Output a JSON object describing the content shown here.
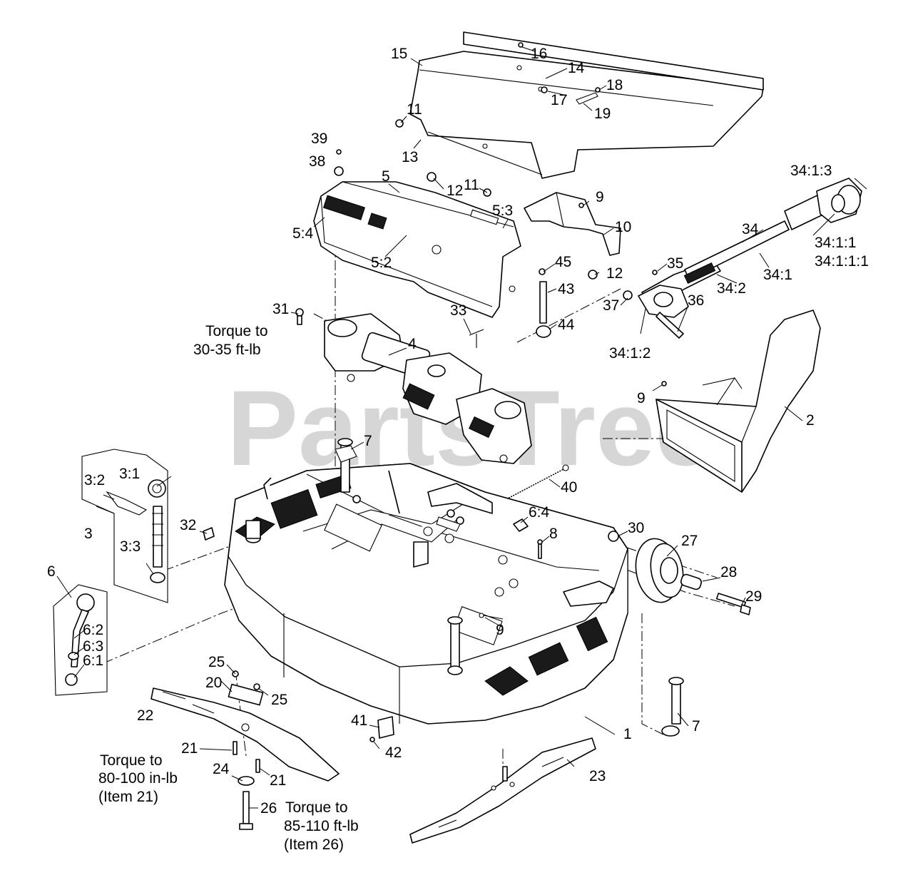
{
  "watermark": "PartsTree",
  "callouts": [
    {
      "id": "c1",
      "text": "1"
    },
    {
      "id": "c2",
      "text": "2"
    },
    {
      "id": "c3",
      "text": "3"
    },
    {
      "id": "c3_1",
      "text": "3:1"
    },
    {
      "id": "c3_2",
      "text": "3:2"
    },
    {
      "id": "c3_3",
      "text": "3:3"
    },
    {
      "id": "c4",
      "text": "4"
    },
    {
      "id": "c5",
      "text": "5"
    },
    {
      "id": "c5_2",
      "text": "5:2"
    },
    {
      "id": "c5_3",
      "text": "5:3"
    },
    {
      "id": "c5_4",
      "text": "5:4"
    },
    {
      "id": "c6",
      "text": "6"
    },
    {
      "id": "c6_1",
      "text": "6:1"
    },
    {
      "id": "c6_2",
      "text": "6:2"
    },
    {
      "id": "c6_3",
      "text": "6:3"
    },
    {
      "id": "c6_4",
      "text": "6:4"
    },
    {
      "id": "c7a",
      "text": "7"
    },
    {
      "id": "c7b",
      "text": "7"
    },
    {
      "id": "c8",
      "text": "8"
    },
    {
      "id": "c9a",
      "text": "9"
    },
    {
      "id": "c9b",
      "text": "9"
    },
    {
      "id": "c9c",
      "text": "9"
    },
    {
      "id": "c10",
      "text": "10"
    },
    {
      "id": "c11a",
      "text": "11"
    },
    {
      "id": "c11b",
      "text": "11"
    },
    {
      "id": "c12a",
      "text": "12"
    },
    {
      "id": "c12b",
      "text": "12"
    },
    {
      "id": "c13",
      "text": "13"
    },
    {
      "id": "c14",
      "text": "14"
    },
    {
      "id": "c15",
      "text": "15"
    },
    {
      "id": "c16",
      "text": "16"
    },
    {
      "id": "c17",
      "text": "17"
    },
    {
      "id": "c18",
      "text": "18"
    },
    {
      "id": "c19",
      "text": "19"
    },
    {
      "id": "c20",
      "text": "20"
    },
    {
      "id": "c21a",
      "text": "21"
    },
    {
      "id": "c21b",
      "text": "21"
    },
    {
      "id": "c22",
      "text": "22"
    },
    {
      "id": "c23",
      "text": "23"
    },
    {
      "id": "c24",
      "text": "24"
    },
    {
      "id": "c25a",
      "text": "25"
    },
    {
      "id": "c25b",
      "text": "25"
    },
    {
      "id": "c26",
      "text": "26"
    },
    {
      "id": "c27",
      "text": "27"
    },
    {
      "id": "c28",
      "text": "28"
    },
    {
      "id": "c29",
      "text": "29"
    },
    {
      "id": "c30",
      "text": "30"
    },
    {
      "id": "c31",
      "text": "31"
    },
    {
      "id": "c32",
      "text": "32"
    },
    {
      "id": "c33",
      "text": "33"
    },
    {
      "id": "c34",
      "text": "34"
    },
    {
      "id": "c34_1",
      "text": "34:1"
    },
    {
      "id": "c34_1_1",
      "text": "34:1:1"
    },
    {
      "id": "c34_1_1_1",
      "text": "34:1:1:1"
    },
    {
      "id": "c34_1_2",
      "text": "34:1:2"
    },
    {
      "id": "c34_1_3",
      "text": "34:1:3"
    },
    {
      "id": "c34_2",
      "text": "34:2"
    },
    {
      "id": "c35",
      "text": "35"
    },
    {
      "id": "c36",
      "text": "36"
    },
    {
      "id": "c37",
      "text": "37"
    },
    {
      "id": "c38",
      "text": "38"
    },
    {
      "id": "c39",
      "text": "39"
    },
    {
      "id": "c40",
      "text": "40"
    },
    {
      "id": "c41",
      "text": "41"
    },
    {
      "id": "c42",
      "text": "42"
    },
    {
      "id": "c43",
      "text": "43"
    },
    {
      "id": "c44",
      "text": "44"
    },
    {
      "id": "c45",
      "text": "45"
    }
  ],
  "notes": {
    "torque_gearbox": [
      "Torque to",
      "30-35 ft-lb"
    ],
    "torque_item21": [
      "Torque to",
      "80-100 in-lb",
      "(Item 21)"
    ],
    "torque_item26": [
      "Torque to",
      "85-110 ft-lb",
      "(Item 26)"
    ]
  }
}
